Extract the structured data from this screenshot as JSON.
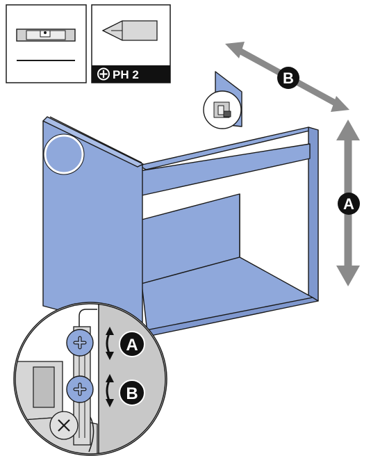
{
  "tools": {
    "screwdriver_label": "PH 2"
  },
  "callouts": {
    "width_label": "B",
    "height_label": "A",
    "detail_upper_label": "A",
    "detail_lower_label": "B"
  },
  "icons": {
    "level": "spirit-level-icon",
    "screwdriver": "phillips-screwdriver-icon",
    "phillips": "phillips-plus-icon",
    "arrow": "double-arrow-icon",
    "screw": "cross-screw-icon"
  },
  "colors": {
    "panel_blue": "#8fa8db",
    "panel_blue_dark": "#7f98cf",
    "panel_blue_light": "#a9bde6",
    "outline": "#1a1a1a",
    "arrow_gray": "#8a8a8a",
    "badge_black": "#111111",
    "detail_gray": "#c8c8c8"
  }
}
